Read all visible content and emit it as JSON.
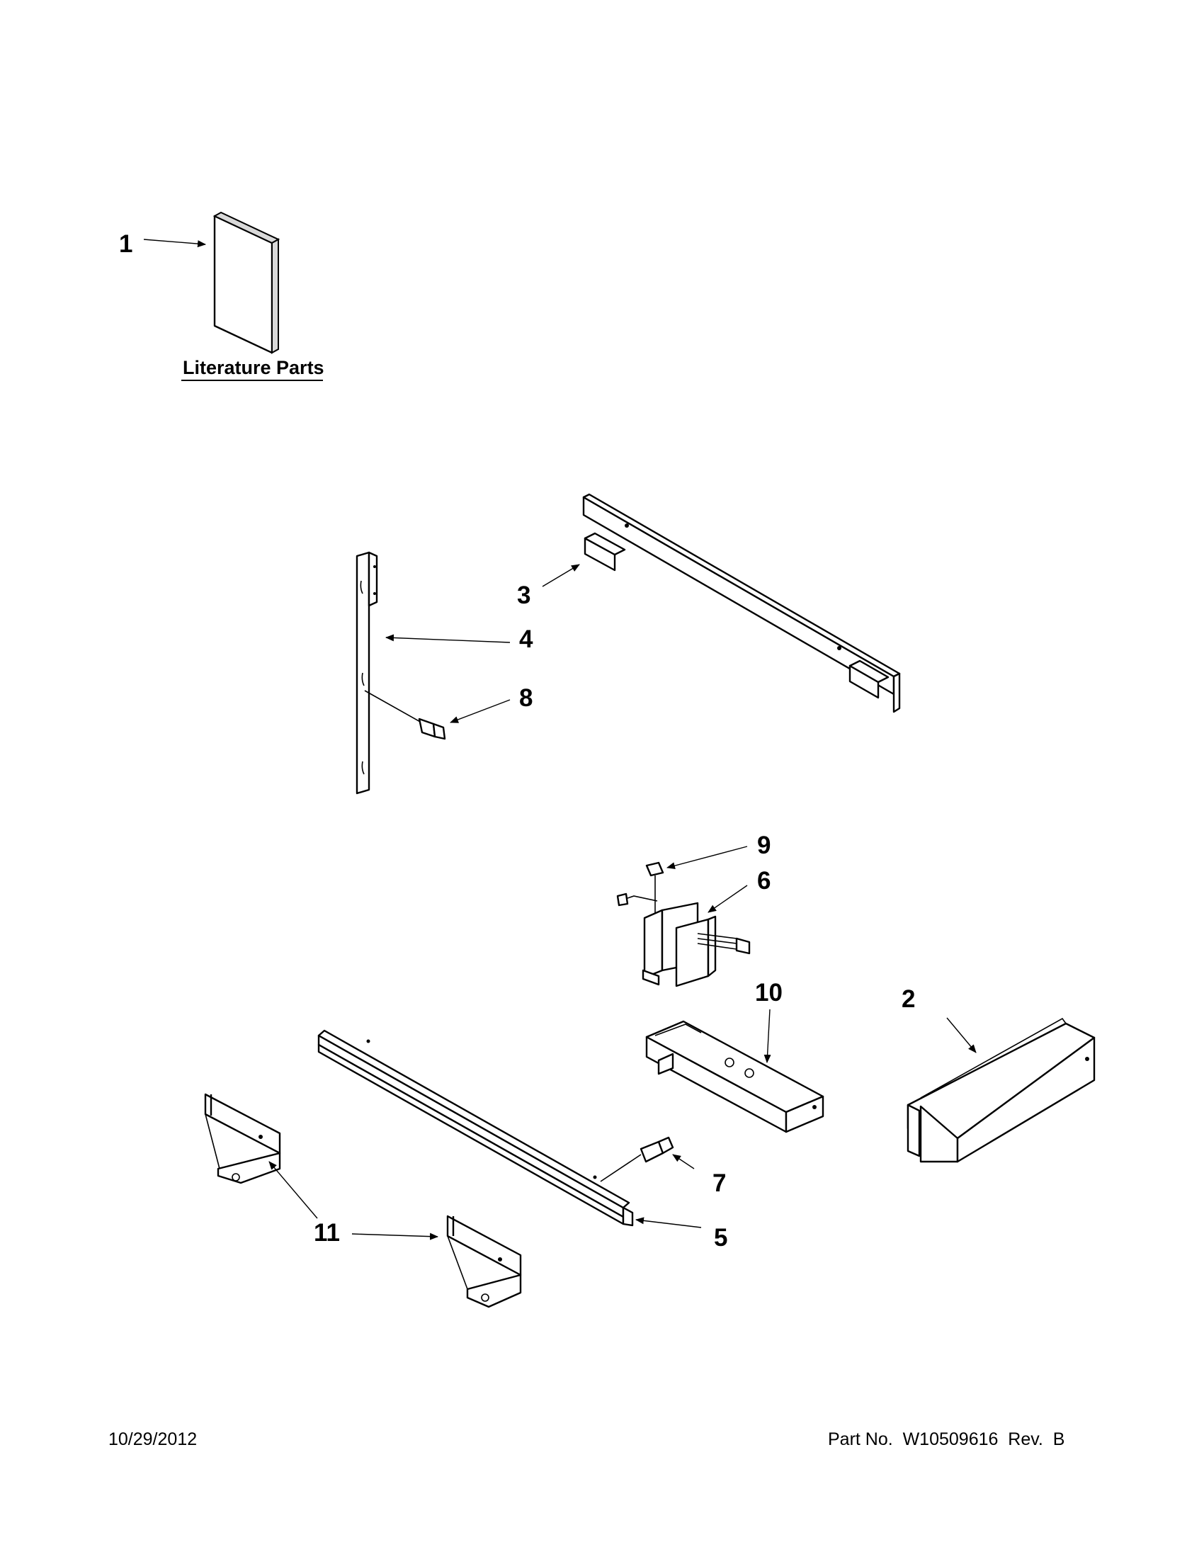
{
  "literature_label": "Literature Parts",
  "callouts": [
    "1",
    "2",
    "3",
    "4",
    "5",
    "6",
    "7",
    "8",
    "9",
    "10",
    "11"
  ],
  "footer": {
    "date": "10/29/2012",
    "part_number": "Part No.  W10509616  Rev.  B"
  }
}
